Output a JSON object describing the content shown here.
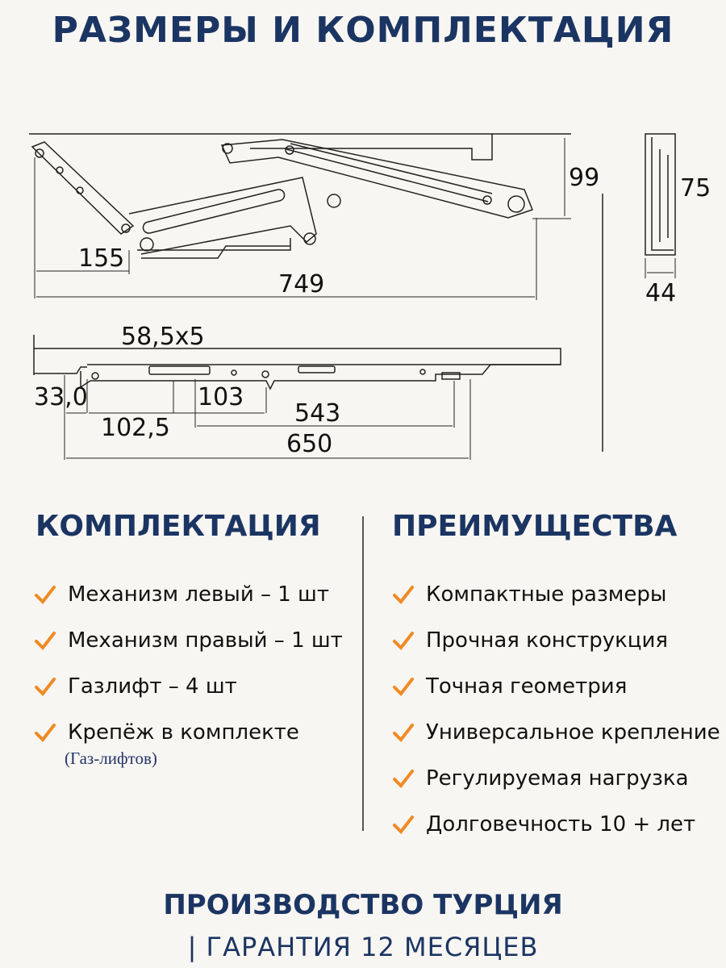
{
  "title": "РАЗМЕРЫ И КОМПЛЕКТАЦИЯ",
  "drawing": {
    "side_view": {
      "height": "99",
      "length": "749",
      "offset": "155"
    },
    "end_view": {
      "height": "75",
      "width": "44"
    },
    "bottom_view": {
      "profile": "58,5x5",
      "d1": "33,0",
      "d2": "102,5",
      "d3": "103",
      "d4": "543",
      "d5": "650"
    }
  },
  "kit": {
    "heading": "КОМПЛЕКТАЦИЯ",
    "items": [
      "Механизм левый – 1 шт",
      "Механизм правый – 1 шт",
      "Газлифт – 4 шт",
      "Крепёж в комплекте"
    ],
    "note": "(Газ-лифтов)"
  },
  "advantages": {
    "heading": "ПРЕИМУЩЕСТВА",
    "items": [
      "Компактные размеры",
      "Прочная конструкция",
      "Точная геометрия",
      "Универсальное крепление",
      "Регулируемая нагрузка",
      "Долговечность 10 + лет"
    ]
  },
  "footer": {
    "line1": "ПРОИЗВОДСТВО ТУРЦИЯ",
    "line2": "| ГАРАНТИЯ 12 МЕСЯЦЕВ"
  },
  "colors": {
    "brand": "#1b3563",
    "check": "#f08a24",
    "background": "#f8f6f2"
  }
}
